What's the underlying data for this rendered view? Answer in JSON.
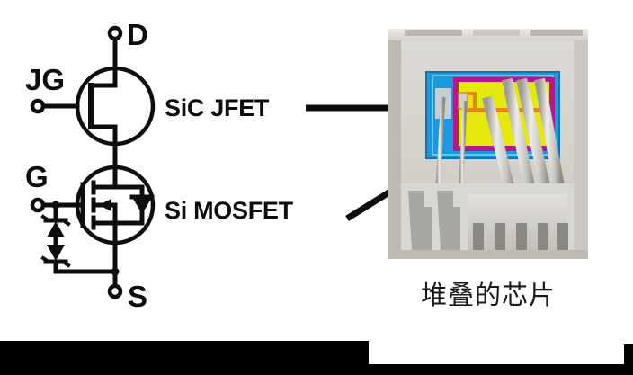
{
  "figure": {
    "type": "cascode-device-diagram",
    "schematic": {
      "terminals": [
        {
          "id": "drain",
          "label": "D"
        },
        {
          "id": "jfet-gate",
          "label": "JG"
        },
        {
          "id": "mosfet-gate",
          "label": "G"
        },
        {
          "id": "source",
          "label": "S"
        }
      ],
      "devices": [
        {
          "id": "sic-jfet",
          "symbol": "n-channel JFET"
        },
        {
          "id": "si-mosfet",
          "symbol": "n-channel MOSFET with body diode"
        },
        {
          "id": "zener-pair",
          "symbol": "back-to-back zener diodes"
        }
      ]
    },
    "callouts": [
      {
        "id": "sic-jfet",
        "label": "SiC JFET",
        "arrow": "horizontal-right"
      },
      {
        "id": "si-mosfet",
        "label": "Si MOSFET",
        "arrow": "diagonal-up-right"
      }
    ],
    "photo": {
      "caption": "堆叠的芯片",
      "description": "packaged power device with stacked dies and bond wires",
      "dies": [
        {
          "id": "si-mosfet-die",
          "color": "#1a9ade"
        },
        {
          "id": "sic-jfet-die",
          "color": "#e4e80c"
        }
      ]
    }
  },
  "colors": {
    "ink": "#0d0d0d",
    "package_body": "#d6d4ce",
    "package_rim": "#e8e7e2",
    "package_shadow": "#a9a7a1",
    "die_blue": "#1a9ade",
    "die_yellow": "#e4e80c",
    "die_magenta": "#b5168c",
    "die_orange": "#e08a14",
    "bond_wire": "#cfcdc8",
    "bar_black": "#000000",
    "background": "#ffffff"
  }
}
